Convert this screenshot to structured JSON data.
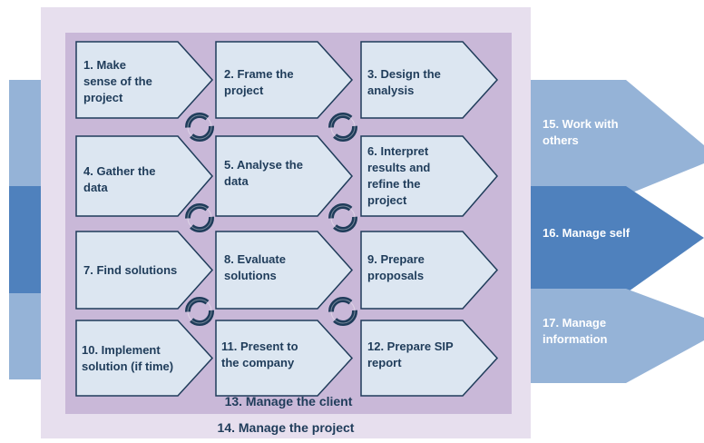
{
  "steps": [
    {
      "label": "1. Make\nsense of the\nproject"
    },
    {
      "label": "2. Frame the\nproject"
    },
    {
      "label": "3. Design the\nanalysis"
    },
    {
      "label": "4. Gather the\ndata"
    },
    {
      "label": "5. Analyse the\ndata"
    },
    {
      "label": "6. Interpret\nresults and\nrefine the\nproject"
    },
    {
      "label": "7. Find solutions"
    },
    {
      "label": "8. Evaluate\nsolutions"
    },
    {
      "label": "9. Prepare\nproposals"
    },
    {
      "label": "10. Implement\nsolution (if time)"
    },
    {
      "label": "11. Present to\nthe company"
    },
    {
      "label": "12. Prepare SIP\nreport"
    }
  ],
  "bands": [
    {
      "label": "15. Work with\nothers"
    },
    {
      "label": "16. Manage self"
    },
    {
      "label": "17. Manage\ninformation"
    }
  ],
  "inner_caption": "13. Manage the client",
  "outer_caption": "14. Manage the project",
  "colors": {
    "outer_panel": "#e7dfee",
    "inner_panel": "#c9b8d8",
    "step_fill": "#dce6f1",
    "step_stroke": "#1f3c5a",
    "band_light": "#95b3d7",
    "band_dark": "#4f81bd",
    "cycle_icon": "#1f3c5a"
  }
}
